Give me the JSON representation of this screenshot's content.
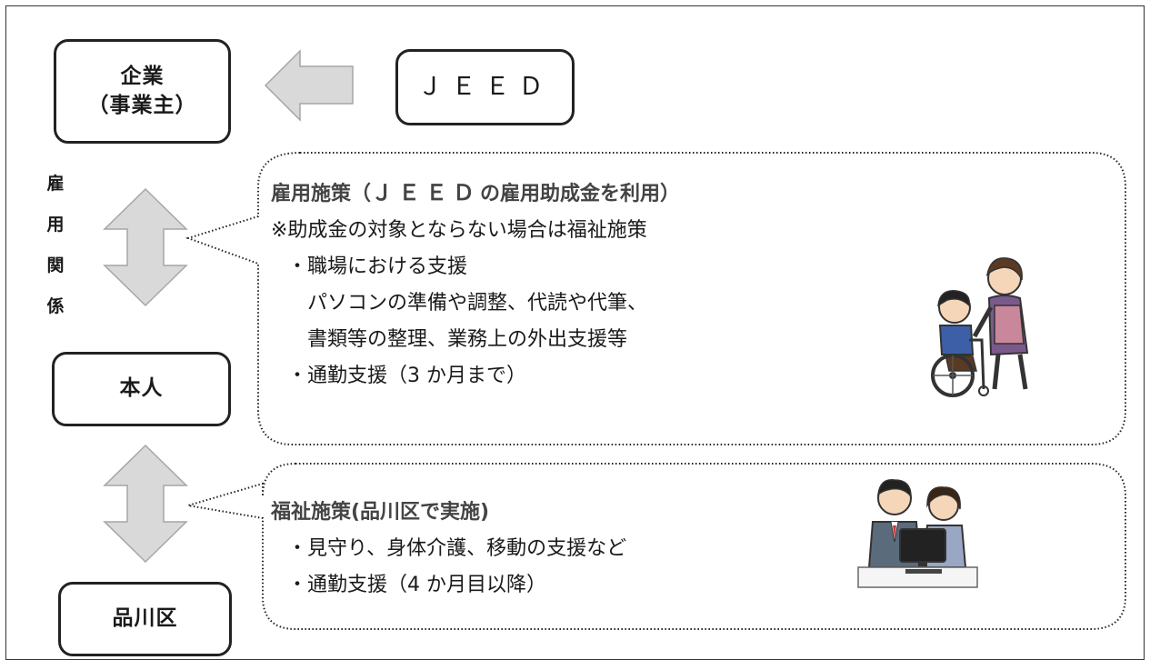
{
  "entities": {
    "company_line1": "企業",
    "company_line2": "（事業主）",
    "jeed": "ＪＥＥＤ",
    "person": "本人",
    "ward": "品川区"
  },
  "relationship_vertical": [
    "雇",
    "用",
    "関",
    "係"
  ],
  "employment_box": {
    "title_prefix": "雇用施策（",
    "title_jeed": "ＪＥＥＤ",
    "title_suffix": "の雇用助成金を利用）",
    "note": "※助成金の対象とならない場合は福祉施策",
    "item1": "・職場における支援",
    "item1_detail_line1": "パソコンの準備や調整、代読や代筆、",
    "item1_detail_line2": "書類等の整理、業務上の外出支援等",
    "item2": "・通勤支援（3 か月まで）"
  },
  "welfare_box": {
    "title": "福祉施策(品川区で実施)",
    "item1": "・見守り、身体介護、移動の支援など",
    "item2": "・通勤支援（4 か月目以降）"
  },
  "colors": {
    "arrow_fill": "#d9d9d9",
    "arrow_stroke": "#a6a6a6",
    "box_border": "#222222",
    "heading_text": "#444444"
  },
  "icons": {
    "wheelchair_illustration": "caregiver-pushing-wheelchair",
    "computer_illustration": "two-people-at-computer"
  }
}
